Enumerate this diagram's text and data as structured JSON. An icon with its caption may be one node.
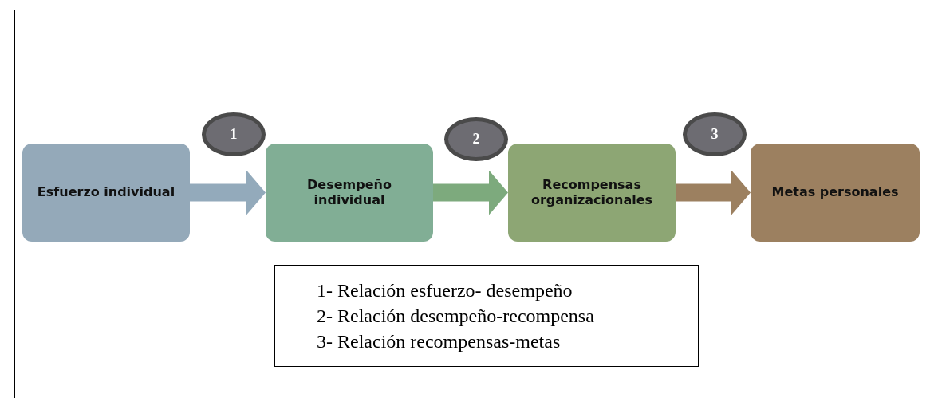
{
  "diagram": {
    "nodes": [
      {
        "text": [
          "Esfuerzo individual"
        ]
      },
      {
        "text": [
          "Desempeño individual"
        ]
      },
      {
        "text": [
          "Recompensas organizacionales"
        ]
      },
      {
        "text": [
          "Metas personales"
        ]
      },
      {
        "text": [
          "1"
        ]
      },
      {
        "text": [
          "2"
        ]
      },
      {
        "text": [
          "3"
        ]
      },
      {
        "text": [
          "1- Relación esfuerzo- desempeño",
          "2- Relación desempeño-recompensa",
          "3- Relación recompensas-metas"
        ]
      }
    ],
    "edges": [
      {
        "from": 0,
        "to": 1,
        "arrow": "to",
        "color": "#93aabb"
      },
      {
        "from": 1,
        "to": 2,
        "arrow": "to",
        "color": "#7daa7d"
      },
      {
        "from": 2,
        "to": 3,
        "arrow": "to",
        "color": "#9c8060"
      }
    ]
  }
}
